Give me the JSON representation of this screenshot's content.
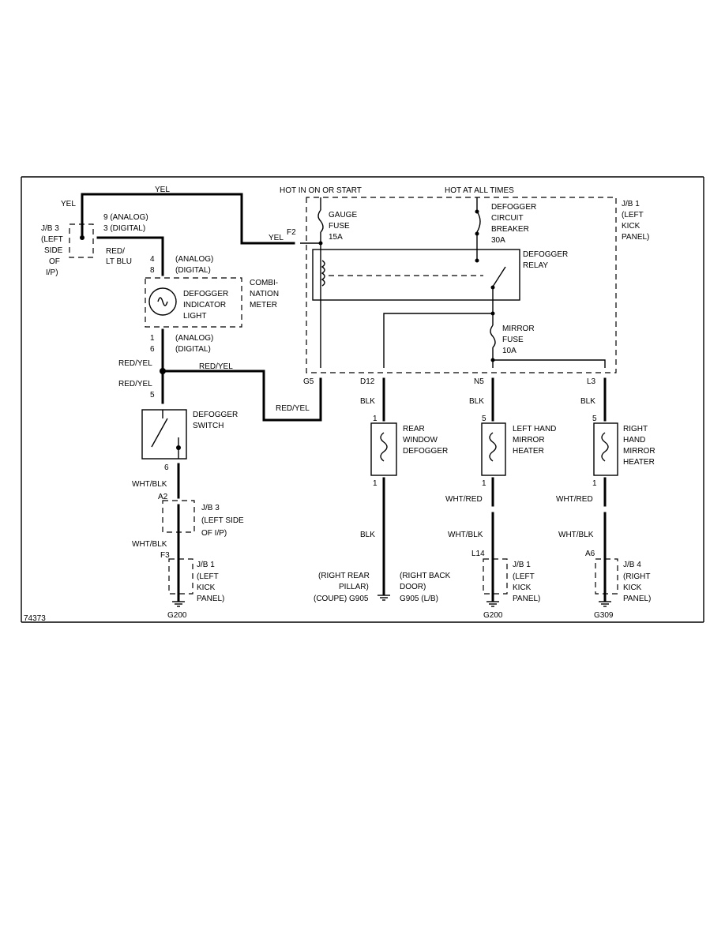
{
  "labels": {
    "fig_id": "74373",
    "hot_run": "HOT IN ON OR START",
    "hot_all": "HOT AT ALL TIMES",
    "yel_top": "YEL",
    "yel_left": "YEL",
    "yel_f2": "YEL",
    "f2": "F2",
    "jb3_l1": "J/B 3",
    "jb3_l2": "(LEFT",
    "jb3_l3": "SIDE",
    "jb3_l4": "OF",
    "jb3_l5": "I/P)",
    "pin9_analog": "9 (ANALOG)",
    "pin3_digital": "3 (DIGITAL)",
    "red_lt_blu_1": "RED/",
    "red_lt_blu_2": "LT BLU",
    "pin4": "4",
    "pin8": "8",
    "analog_a": "(ANALOG)",
    "digital_a": "(DIGITAL)",
    "combi_1": "COMBI-",
    "combi_2": "NATION",
    "combi_3": "METER",
    "ind_1": "DEFOGGER",
    "ind_2": "INDICATOR",
    "ind_3": "LIGHT",
    "pin1": "1",
    "pin6": "6",
    "analog_b": "(ANALOG)",
    "digital_b": "(DIGITAL)",
    "red_yel_1": "RED/YEL",
    "red_yel_2": "RED/YEL",
    "red_yel_3": "RED/YEL",
    "red_yel_4": "RED/YEL",
    "pin5_sw": "5",
    "sw_1": "DEFOGGER",
    "sw_2": "SWITCH",
    "pin6_sw": "6",
    "wht_blk_1": "WHT/BLK",
    "a2": "A2",
    "jb3b_1": "J/B 3",
    "jb3b_2": "(LEFT SIDE",
    "jb3b_3": "OF I/P)",
    "wht_blk_2": "WHT/BLK",
    "f3": "F3",
    "jb1a_1": "J/B 1",
    "jb1a_2": "(LEFT",
    "jb1a_3": "KICK",
    "jb1a_4": "PANEL)",
    "g200_a": "G200",
    "gauge_1": "GAUGE",
    "gauge_2": "FUSE",
    "gauge_3": "15A",
    "cb_1": "DEFOGGER",
    "cb_2": "CIRCUIT",
    "cb_3": "BREAKER",
    "cb_4": "30A",
    "relay_1": "DEFOGGER",
    "relay_2": "RELAY",
    "mirror_1": "MIRROR",
    "mirror_2": "FUSE",
    "mirror_3": "10A",
    "jb1_1": "J/B 1",
    "jb1_2": "(LEFT",
    "jb1_3": "KICK",
    "jb1_4": "PANEL)",
    "g5": "G5",
    "d12": "D12",
    "n5": "N5",
    "l3": "L3",
    "blk_d12": "BLK",
    "blk_n5": "BLK",
    "blk_l3": "BLK",
    "rwd_pin1": "1",
    "rwd_pin1b": "1",
    "rwd_1": "REAR",
    "rwd_2": "WINDOW",
    "rwd_3": "DEFOGGER",
    "blk_rwd": "BLK",
    "lh_pin5": "5",
    "lh_1": "LEFT HAND",
    "lh_2": "MIRROR",
    "lh_3": "HEATER",
    "lh_pin1": "1",
    "rh_pin5": "5",
    "rh_1": "RIGHT",
    "rh_2": "HAND",
    "rh_3": "MIRROR",
    "rh_4": "HEATER",
    "rh_pin1": "1",
    "wht_red_lh": "WHT/RED",
    "wht_red_rh": "WHT/RED",
    "wht_blk_lh": "WHT/BLK",
    "wht_blk_rh": "WHT/BLK",
    "l14": "L14",
    "a6": "A6",
    "jb1b_1": "J/B 1",
    "jb1b_2": "(LEFT",
    "jb1b_3": "KICK",
    "jb1b_4": "PANEL)",
    "jb4_1": "J/B 4",
    "jb4_2": "(RIGHT",
    "jb4_3": "KICK",
    "jb4_4": "PANEL)",
    "g200_b": "G200",
    "g309": "G309",
    "rrp_1": "(RIGHT REAR",
    "rrp_2": "PILLAR)",
    "rrp_3": "(COUPE) G905",
    "rbd_1": "(RIGHT BACK",
    "rbd_2": "DOOR)",
    "rbd_3": "G905 (L/B)"
  }
}
